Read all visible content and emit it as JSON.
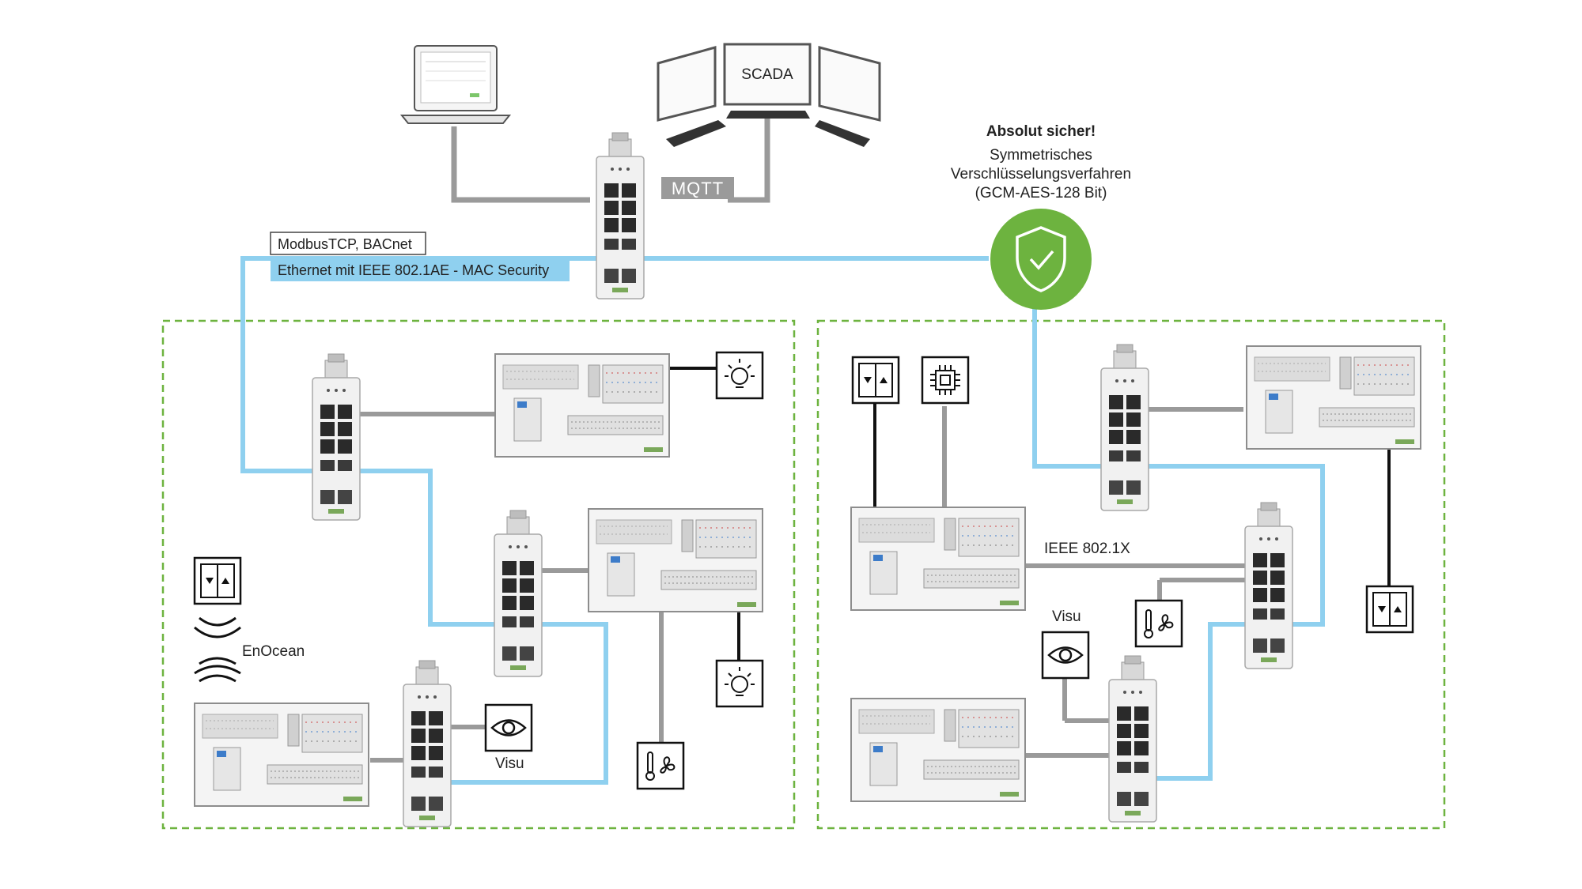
{
  "labels": {
    "scada": "SCADA",
    "mqtt": "MQTT",
    "protocols": "ModbusTCP, BACnet",
    "ethernet": "Ethernet mit IEEE 802.1AE - MAC Security",
    "security_title": "Absolut sicher!",
    "security_line1": "Symmetrisches",
    "security_line2": "Verschlüsselungsverfahren",
    "security_line3": "(GCM-AES-128 Bit)",
    "enocean": "EnOcean",
    "visu_left": "Visu",
    "visu_right": "Visu",
    "ieee_8021x": "IEEE 802.1X"
  },
  "colors": {
    "secure_link": "#8fd0ef",
    "plain_link": "#9a9a9a",
    "black_link": "#111111",
    "zone_border": "#6db33f",
    "shield": "#6db33f",
    "protocol_band": "#8fd0ef"
  },
  "icons": {
    "security": "shield-check-icon",
    "light": "light-bulb-icon",
    "blind": "blind-switch-icon",
    "temperature": "temperature-fan-icon",
    "chip": "chip-icon",
    "visu": "eye-icon",
    "wireless": "wireless-waves-icon"
  }
}
